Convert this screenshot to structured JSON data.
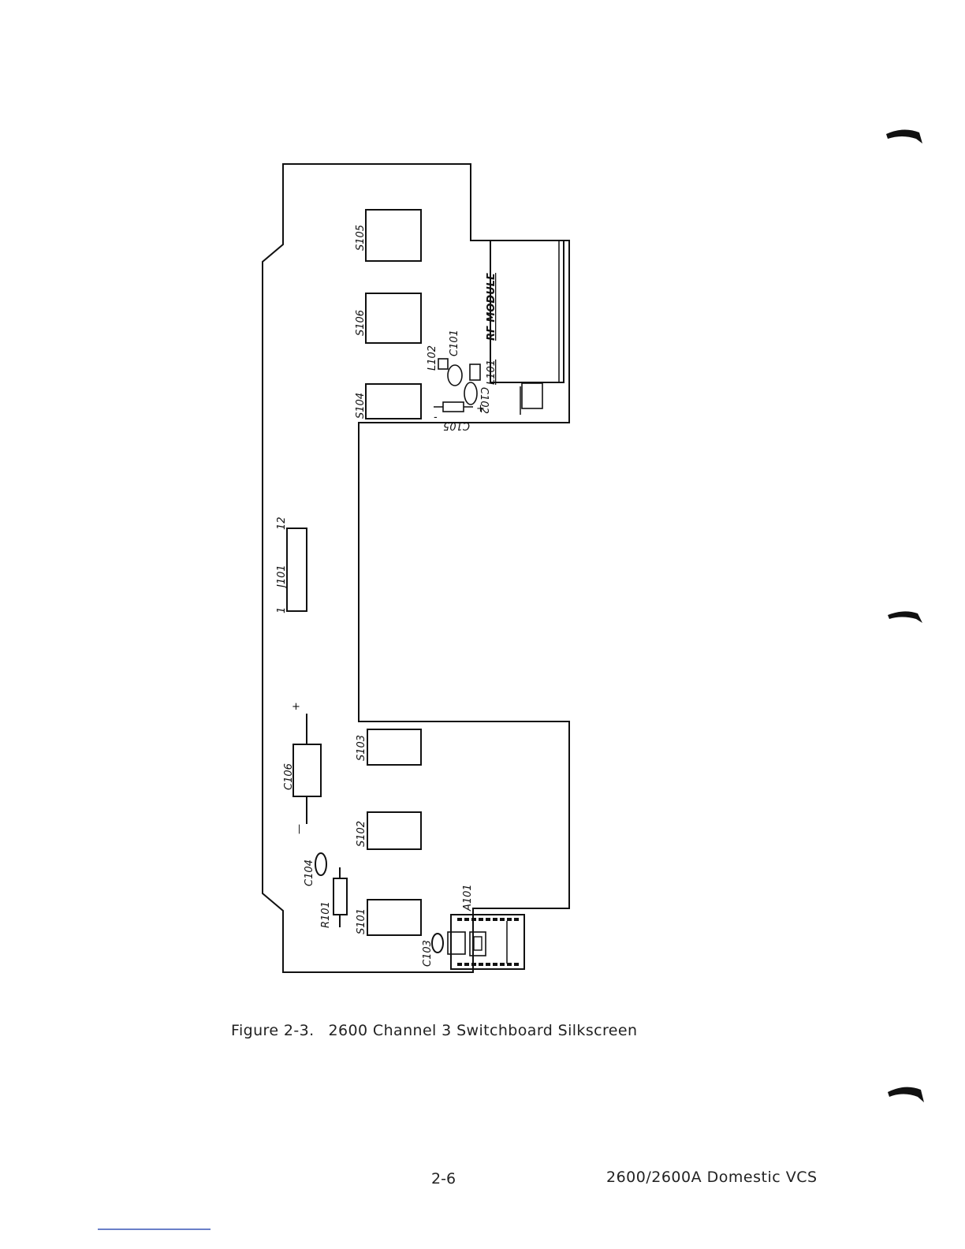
{
  "figure": {
    "number": "Figure 2-3.",
    "title": "2600 Channel 3 Switchboard Silkscreen"
  },
  "footer": {
    "page_number": "2-6",
    "document_title": "2600/2600A Domestic VCS"
  },
  "board_labels": {
    "s105": "S105",
    "s106": "S106",
    "s104": "S104",
    "s103": "S103",
    "s102": "S102",
    "s101": "S101",
    "rf_module": "RF MODULE",
    "l101": "L101",
    "l102": "L102",
    "c101": "C101",
    "c102": "C102",
    "c105": "C105",
    "c103": "C103",
    "c104": "C104",
    "c106": "C106",
    "j101": "J101",
    "pin1": "1",
    "pin12": "12",
    "r101": "R101",
    "a101": "A101",
    "plus_c106": "+",
    "minus_c106": "—",
    "plus_c105": "+",
    "minus_c105": "-"
  }
}
